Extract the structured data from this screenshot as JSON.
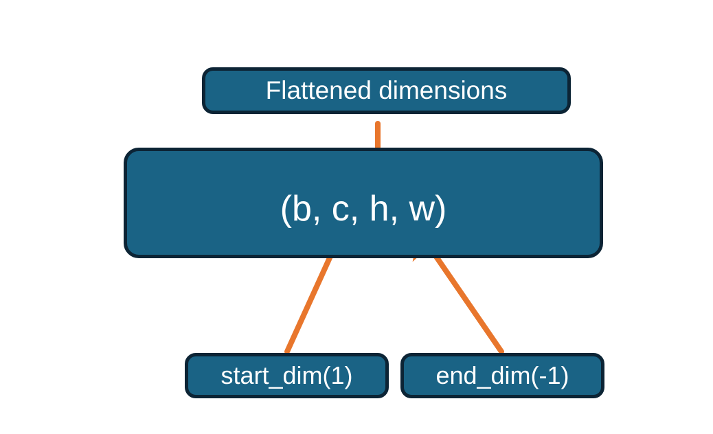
{
  "diagram": {
    "title_node": {
      "label": "Flattened dimensions"
    },
    "shape_node": {
      "label": "(b, c, h, w)"
    },
    "start_node": {
      "label": "start_dim(1)"
    },
    "end_node": {
      "label": "end_dim(-1)"
    },
    "colors": {
      "node_fill": "#1a6385",
      "node_border": "#0c2435",
      "node_text": "#ffffff",
      "connector": "#e8762c",
      "background": "#ffffff"
    },
    "connectors": [
      {
        "name": "brace-flattened-to-shape",
        "kind": "curly-brace",
        "from": "shape_node",
        "to": "title_node",
        "spans_dims": "c, h, w"
      },
      {
        "name": "arrow-start-dim-to-shape",
        "kind": "arrow",
        "from": "start_node",
        "to": "shape_node"
      },
      {
        "name": "arrow-end-dim-to-shape",
        "kind": "arrow",
        "from": "end_node",
        "to": "shape_node"
      }
    ]
  }
}
